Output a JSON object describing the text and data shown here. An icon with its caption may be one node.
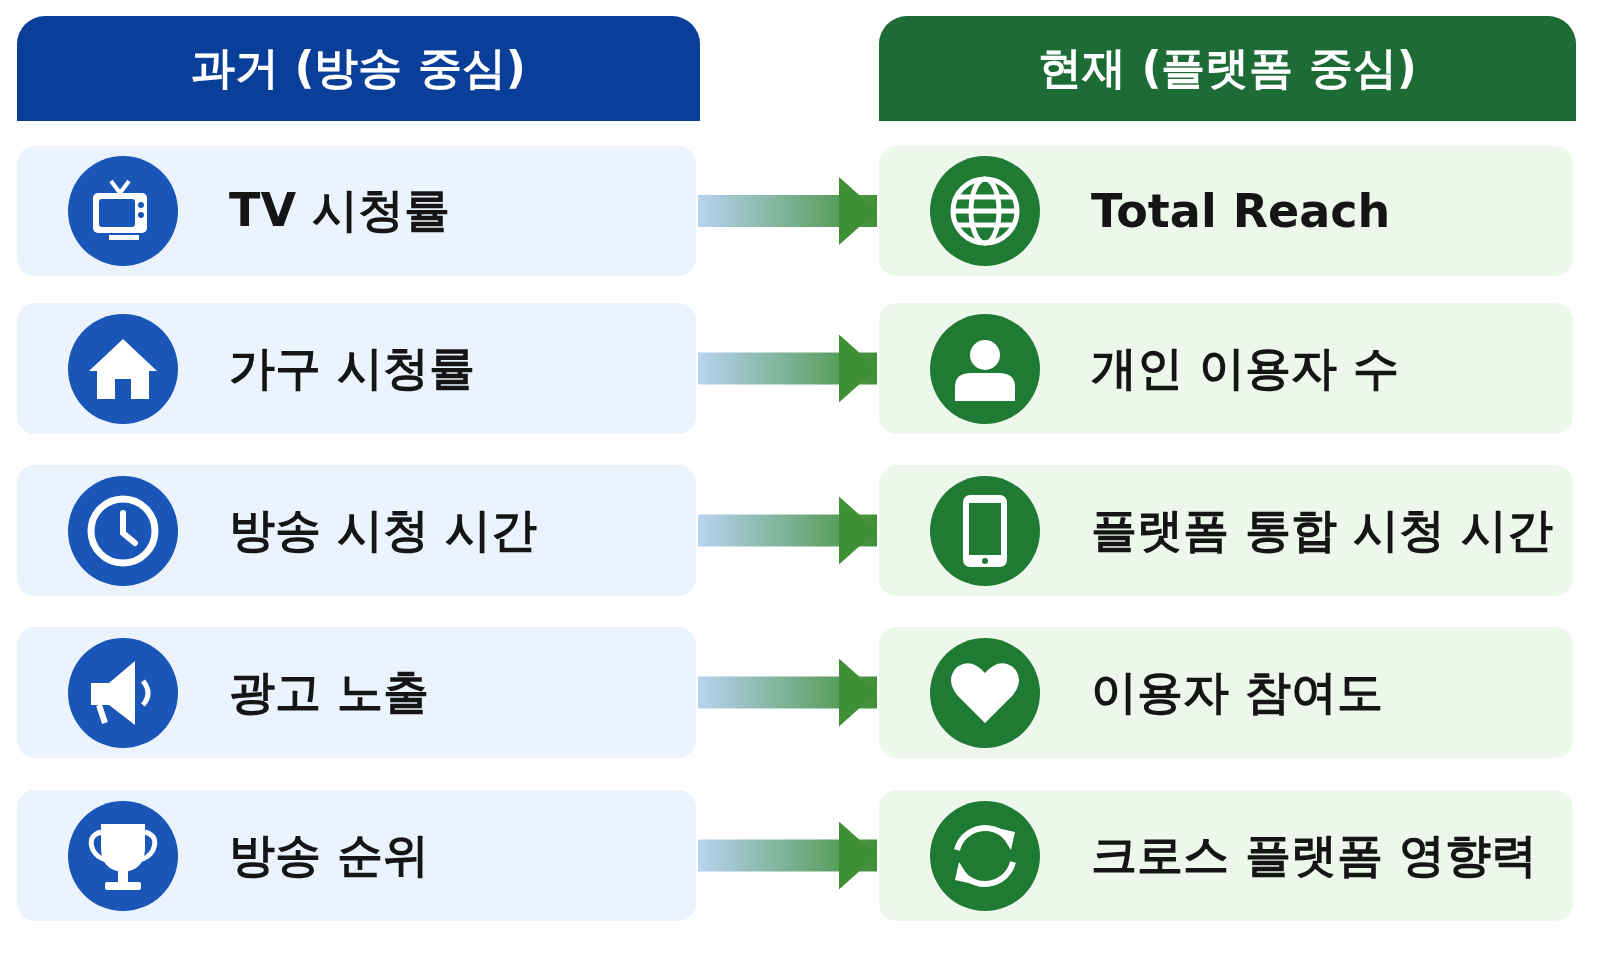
{
  "diagram": {
    "nodes": [
      {
        "text": [
          "과거 (방송 중심)"
        ]
      },
      {
        "text": [
          "현재 (플랫폼 중심)"
        ]
      },
      {
        "text": [
          "TV 시청률"
        ]
      },
      {
        "text": [
          "Total Reach"
        ]
      },
      {
        "text": [
          "가구 시청률"
        ]
      },
      {
        "text": [
          "개인 이용자 수"
        ]
      },
      {
        "text": [
          "방송 시청 시간"
        ]
      },
      {
        "text": [
          "플랫폼 통합 시청 시간"
        ]
      },
      {
        "text": [
          "광고 노출"
        ]
      },
      {
        "text": [
          "이용자 참여도"
        ]
      },
      {
        "text": [
          "방송 순위"
        ]
      },
      {
        "text": [
          "크로스 플랫폼 영향력"
        ]
      }
    ],
    "edges": [
      {
        "from": 2,
        "to": 3,
        "arrow": "to"
      },
      {
        "from": 4,
        "to": 5,
        "arrow": "to"
      },
      {
        "from": 6,
        "to": 7,
        "arrow": "to"
      },
      {
        "from": 8,
        "to": 9,
        "arrow": "to"
      },
      {
        "from": 10,
        "to": 11,
        "arrow": "to"
      }
    ]
  }
}
